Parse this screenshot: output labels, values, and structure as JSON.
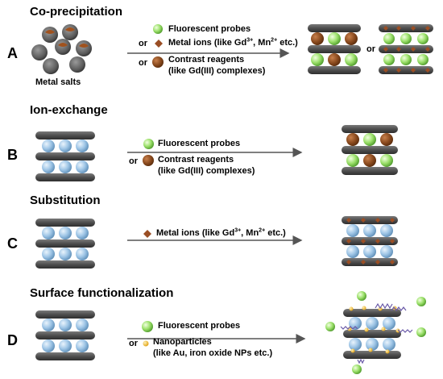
{
  "sections": [
    {
      "letter": "A",
      "title": "Co-precipitation"
    },
    {
      "letter": "B",
      "title": "Ion-exchange"
    },
    {
      "letter": "C",
      "title": "Substitution"
    },
    {
      "letter": "D",
      "title": "Surface functionalization"
    }
  ],
  "a": {
    "metal_salts": "Metal salts",
    "fluorescent": "Fluorescent probes",
    "or1": "or",
    "metal_ions_pre": "Metal ions (like Gd",
    "gd_sup": "3+",
    "metal_ions_mid": ", Mn",
    "mn_sup": "2+",
    "metal_ions_post": " etc.)",
    "or2": "or",
    "contrast_line1": "Contrast reagents",
    "contrast_line2": "(like Gd(III) complexes)",
    "or_products": "or"
  },
  "b": {
    "fluorescent": "Fluorescent probes",
    "or": "or",
    "contrast_line1": "Contrast reagents",
    "contrast_line2": "(like Gd(III) complexes)"
  },
  "c": {
    "metal_ions_pre": "Metal ions (like Gd",
    "gd_sup": "3+",
    "metal_ions_mid": ", Mn",
    "mn_sup": "2+",
    "metal_ions_post": " etc.)"
  },
  "d": {
    "fluorescent": "Fluorescent probes",
    "or": "or",
    "np_line1": "Nanoparticles",
    "np_line2": "(like Au, iron oxide NPs etc.)"
  },
  "colors": {
    "plate_dark": "#4a4a4a",
    "plate_light": "#8a8a8a",
    "blue_ball": "#9ec5e6",
    "green_ball": "#9be06a",
    "brown_ball": "#8a4a1e",
    "diamond": "#9a4e24",
    "gold_np": "#f0b82a",
    "arrow": "#555555",
    "chain": "#6a5aa8"
  }
}
